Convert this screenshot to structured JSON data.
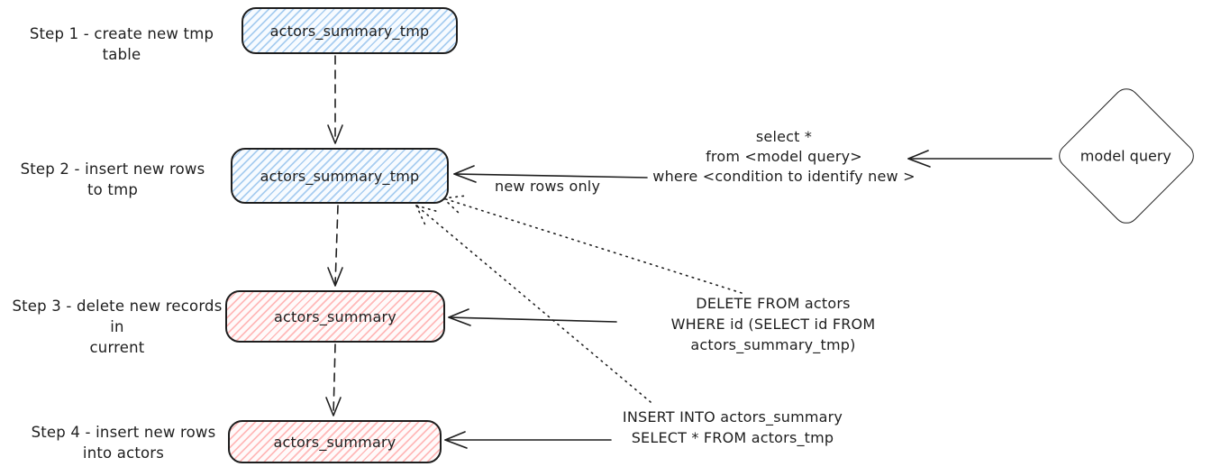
{
  "palette": {
    "stroke": "#1e1e1e",
    "blue_hatch": "#a8cdf0",
    "red_hatch": "#ffb9b9",
    "background": "#ffffff"
  },
  "steps": [
    {
      "label": "Step 1 - create new tmp table",
      "node": "actors_summary_tmp",
      "node_color": "blue"
    },
    {
      "label": "Step 2 - insert new rows\nto tmp",
      "node": "actors_summary_tmp",
      "node_color": "blue"
    },
    {
      "label": "Step 3 - delete new records in\ncurrent",
      "node": "actors_summary",
      "node_color": "red"
    },
    {
      "label": "Step 4 - insert new rows\ninto actors",
      "node": "actors_summary",
      "node_color": "red"
    }
  ],
  "diamond": {
    "label": "model query"
  },
  "annotations": {
    "model_select_sql": "select *\nfrom <model query>\nwhere <condition to identify new >",
    "new_rows_only": "new rows only",
    "delete_sql": "DELETE FROM actors\nWHERE id (SELECT id FROM actors_summary_tmp)",
    "insert_sql": "INSERT INTO actors_summary\nSELECT * FROM actors_tmp"
  }
}
